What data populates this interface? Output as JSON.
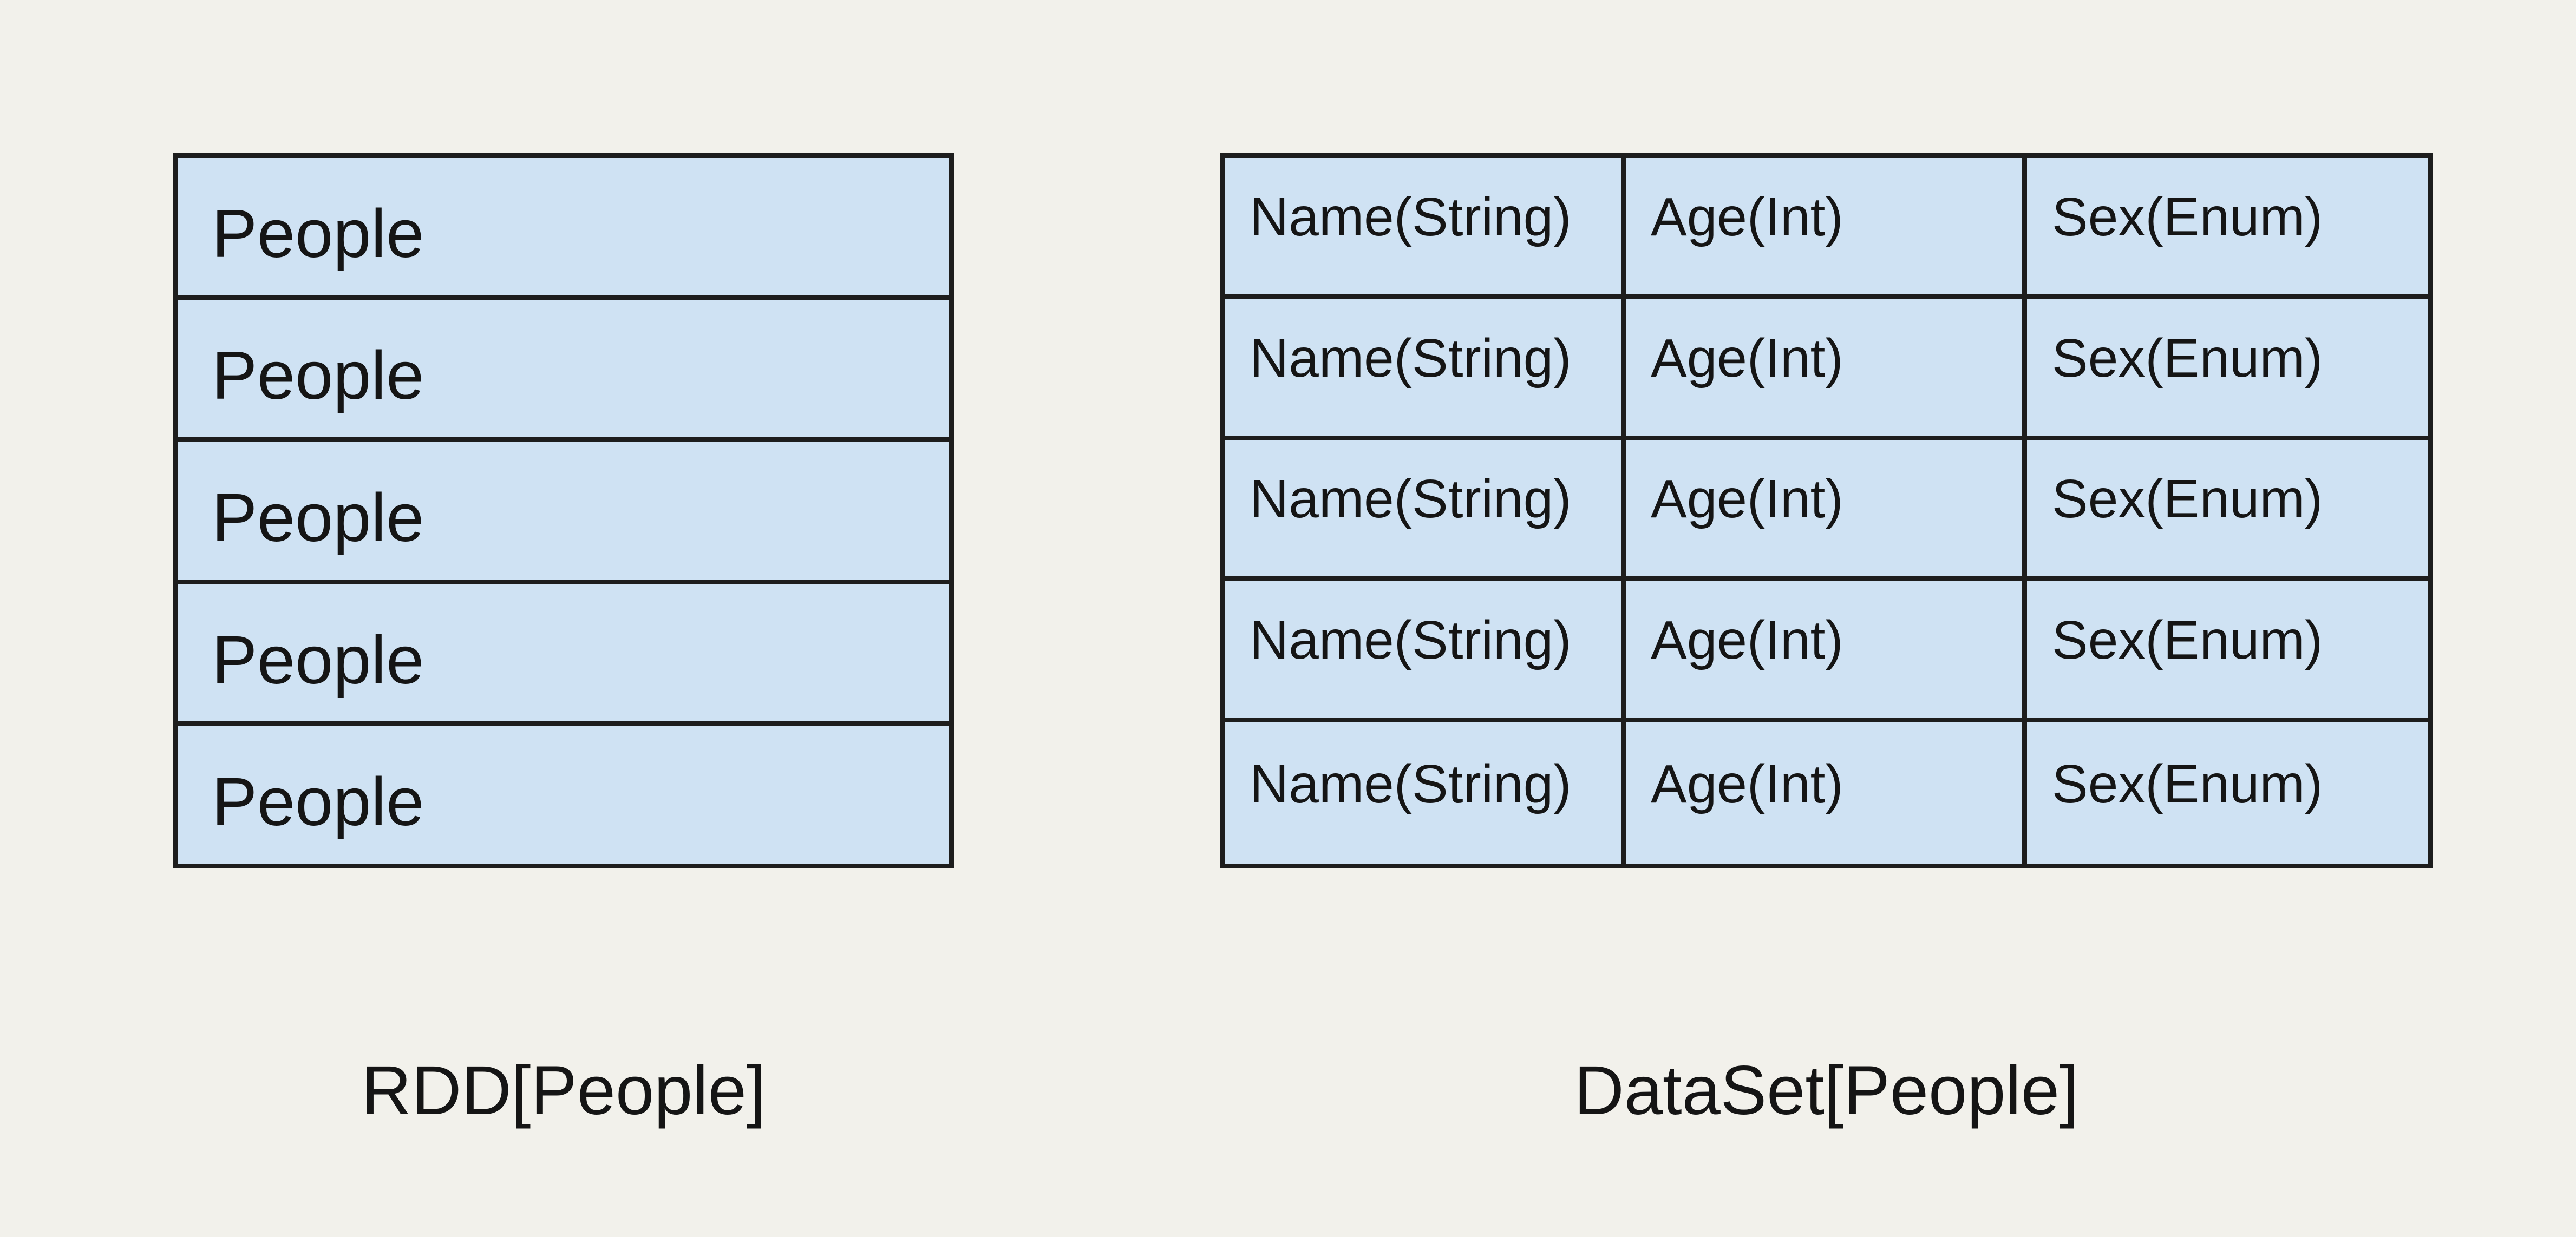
{
  "colors": {
    "background": "#f2f1eb",
    "cell_fill": "#cfe2f3",
    "border": "#1d1d1d",
    "text": "#151515"
  },
  "rdd": {
    "label": "RDD[People]",
    "rows": [
      "People",
      "People",
      "People",
      "People",
      "People"
    ]
  },
  "dataset": {
    "label": "DataSet[People]",
    "columns": [
      "Name(String)",
      "Age(Int)",
      "Sex(Enum)"
    ],
    "rows": [
      [
        "Name(String)",
        "Age(Int)",
        "Sex(Enum)"
      ],
      [
        "Name(String)",
        "Age(Int)",
        "Sex(Enum)"
      ],
      [
        "Name(String)",
        "Age(Int)",
        "Sex(Enum)"
      ],
      [
        "Name(String)",
        "Age(Int)",
        "Sex(Enum)"
      ],
      [
        "Name(String)",
        "Age(Int)",
        "Sex(Enum)"
      ]
    ]
  }
}
